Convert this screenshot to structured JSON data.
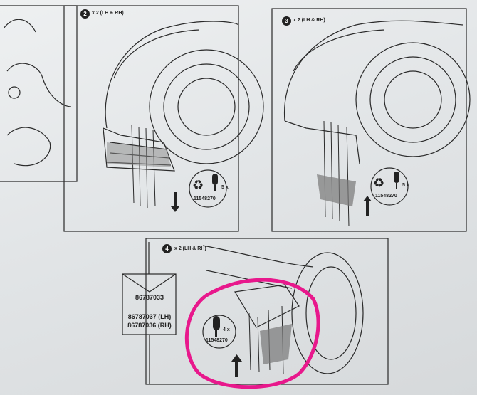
{
  "steps": [
    {
      "number": "2",
      "label": "x 2 (LH & RH)",
      "quantity": "5 x",
      "part_code": "11548270"
    },
    {
      "number": "3",
      "label": "x 2 (LH & RH)",
      "quantity": "5 x",
      "part_code": "11548270"
    },
    {
      "number": "4",
      "label": "x 2 (LH & RH)",
      "quantity": "4 x",
      "part_code": "11548270"
    }
  ],
  "kit": {
    "main": "86787033",
    "lh": "86787037 (LH)",
    "rh": "86787036 (RH)"
  },
  "colors": {
    "highlight": "#e8188c",
    "ink": "#222222",
    "paper": "#e6e8ea"
  }
}
